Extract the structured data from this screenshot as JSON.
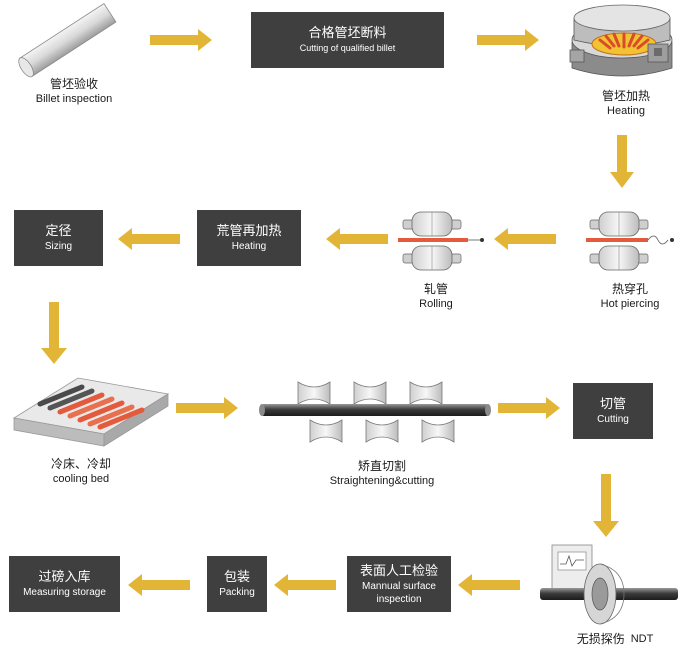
{
  "colors": {
    "arrow": "#e2b536",
    "box": "#3f3f3f",
    "hot": "#e35b3c",
    "steel": "#4a4a4a"
  },
  "steps": {
    "billet_inspection": {
      "zh": "管坯验收",
      "en": "Billet  inspection"
    },
    "cutting": {
      "zh": "合格管坯断料",
      "en": "Cutting of qualified billet"
    },
    "heating1": {
      "zh": "管坯加热",
      "en": "Heating"
    },
    "hot_piercing": {
      "zh": "热穿孔",
      "en": "Hot piercing"
    },
    "rolling": {
      "zh": "轧管",
      "en": "Rolling"
    },
    "reheating": {
      "zh": "荒管再加热",
      "en": "Heating"
    },
    "sizing": {
      "zh": "定径",
      "en": "Sizing"
    },
    "cooling_bed": {
      "zh": "冷床、冷却",
      "en": "cooling bed"
    },
    "straightening": {
      "zh": "矫直切割",
      "en": "Straightening&cutting"
    },
    "pipe_cutting": {
      "zh": "切管",
      "en": "Cutting"
    },
    "ndt": {
      "zh": "无损探伤",
      "en": "NDT"
    },
    "manual_inspection": {
      "zh": "表面人工检验",
      "en1": "Mannual surface",
      "en2": "inspection"
    },
    "packing": {
      "zh": "包装",
      "en": "Packing"
    },
    "storage": {
      "zh": "过磅入库",
      "en": "Measuring storage"
    }
  }
}
